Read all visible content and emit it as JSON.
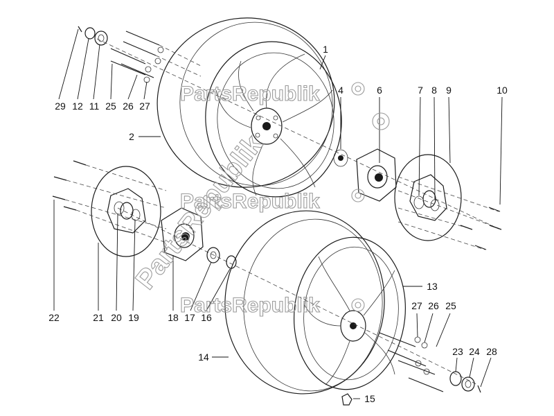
{
  "watermark": {
    "text": "PartsRepublik",
    "diagonal_text": "PartsRepublik",
    "color": "#9a9a9a"
  },
  "callouts": [
    {
      "id": "1",
      "label": "1"
    },
    {
      "id": "2",
      "label": "2"
    },
    {
      "id": "4",
      "label": "4"
    },
    {
      "id": "6",
      "label": "6"
    },
    {
      "id": "7",
      "label": "7"
    },
    {
      "id": "8",
      "label": "8"
    },
    {
      "id": "9",
      "label": "9"
    },
    {
      "id": "10",
      "label": "10"
    },
    {
      "id": "29a",
      "label": "29"
    },
    {
      "id": "12",
      "label": "12"
    },
    {
      "id": "11",
      "label": "11"
    },
    {
      "id": "25a",
      "label": "25"
    },
    {
      "id": "26a",
      "label": "26"
    },
    {
      "id": "27a",
      "label": "27"
    },
    {
      "id": "22",
      "label": "22"
    },
    {
      "id": "21",
      "label": "21"
    },
    {
      "id": "20",
      "label": "20"
    },
    {
      "id": "19",
      "label": "19"
    },
    {
      "id": "18",
      "label": "18"
    },
    {
      "id": "17",
      "label": "17"
    },
    {
      "id": "16",
      "label": "16"
    },
    {
      "id": "13",
      "label": "13"
    },
    {
      "id": "27b",
      "label": "27"
    },
    {
      "id": "26b",
      "label": "26"
    },
    {
      "id": "25b",
      "label": "25"
    },
    {
      "id": "14",
      "label": "14"
    },
    {
      "id": "23",
      "label": "23"
    },
    {
      "id": "24",
      "label": "24"
    },
    {
      "id": "28",
      "label": "28"
    },
    {
      "id": "15",
      "label": "15"
    }
  ]
}
